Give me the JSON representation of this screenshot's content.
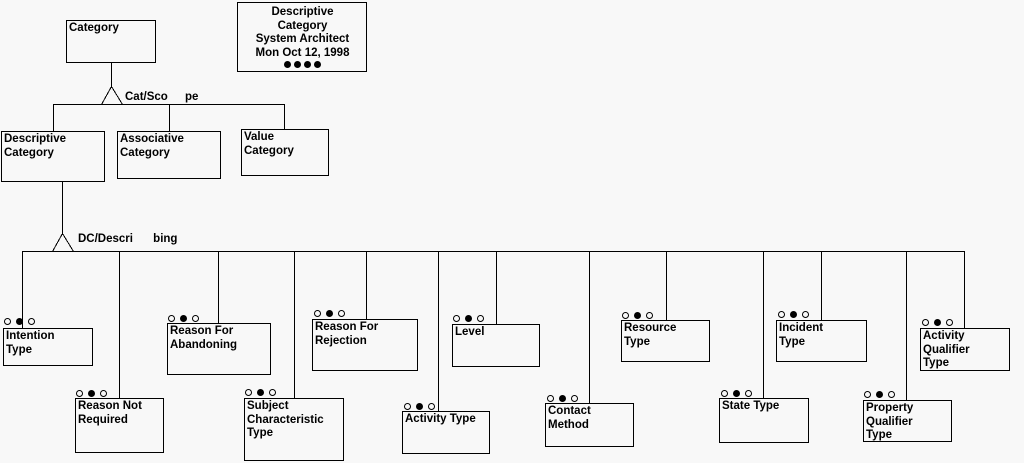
{
  "diagram": {
    "background_color": "#f8f8f8",
    "line_color": "#000000",
    "title_block": {
      "lines": [
        "Descriptive",
        "Category",
        "System Architect",
        "Mon Oct 12, 1998"
      ],
      "dot_count": 4
    },
    "relationships": {
      "cat_scope": {
        "line1": "Cat/Sco",
        "line2": "pe"
      },
      "dc_describing": {
        "line1": "DC/Descri",
        "line2": "bing"
      }
    },
    "child_marker_pattern": [
      "open",
      "filled",
      "open"
    ],
    "nodes": {
      "category": {
        "lines": [
          "Category"
        ]
      },
      "descriptive_category": {
        "lines": [
          "Descriptive",
          "Category"
        ]
      },
      "associative_category": {
        "lines": [
          "Associative",
          "Category"
        ]
      },
      "value_category": {
        "lines": [
          "Value",
          "Category"
        ]
      },
      "intention_type": {
        "lines": [
          "Intention",
          "Type"
        ]
      },
      "reason_not_required": {
        "lines": [
          "Reason Not",
          "Required"
        ]
      },
      "reason_for_abandoning": {
        "lines": [
          "Reason For",
          "Abandoning"
        ]
      },
      "subject_characteristic_type": {
        "lines": [
          "Subject",
          "Characteristic",
          "Type"
        ]
      },
      "reason_for_rejection": {
        "lines": [
          "Reason For",
          "Rejection"
        ]
      },
      "activity_type": {
        "lines": [
          "Activity Type"
        ]
      },
      "level": {
        "lines": [
          "Level"
        ]
      },
      "contact_method": {
        "lines": [
          "Contact",
          "Method"
        ]
      },
      "resource_type": {
        "lines": [
          "Resource",
          "Type"
        ]
      },
      "state_type": {
        "lines": [
          "State Type"
        ]
      },
      "incident_type": {
        "lines": [
          "Incident",
          "Type"
        ]
      },
      "property_qualifier_type": {
        "lines": [
          "Property",
          "Qualifier",
          "Type"
        ]
      },
      "activity_qualifier_type": {
        "lines": [
          "Activity",
          "Qualifier",
          "Type"
        ]
      }
    }
  }
}
